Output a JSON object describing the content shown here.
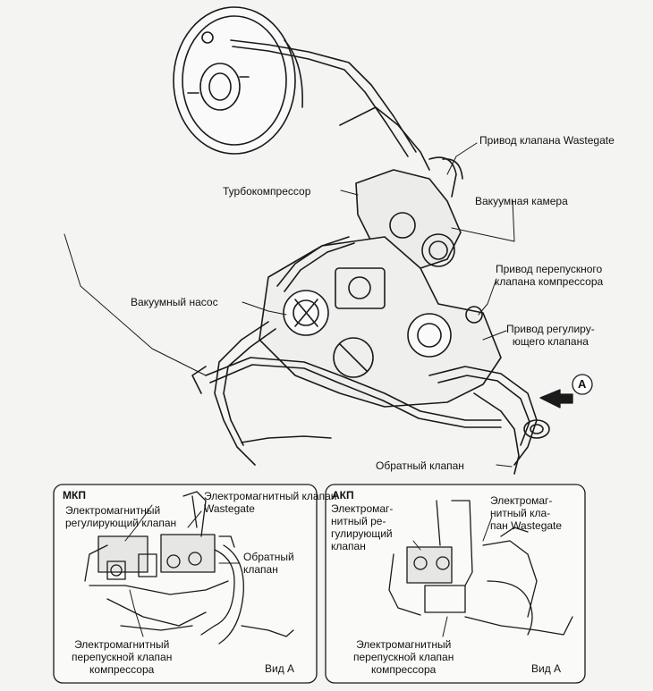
{
  "labels": {
    "wastegate_actuator": "Привод клапана Wastegate",
    "turbocharger": "Турбокомпрессор",
    "vacuum_chamber": "Вакуумная камера",
    "bypass_actuator": "Привод перепускного\nклапана компрессора",
    "vacuum_pump": "Вакуумный насос",
    "regulating_actuator": "Привод регулиру-\nющего клапана",
    "check_valve": "Обратный клапан",
    "view_marker": "A"
  },
  "panel_manual": {
    "title": "МКП",
    "regulating_solenoid": "Электромагнитный\nрегулирующий клапан",
    "wastegate_solenoid": "Электромагнитный клапан\nWastegate",
    "check_valve": "Обратный\nклапан",
    "bypass_solenoid": "Электромагнитный\nперепускной клапан\nкомпрессора",
    "view": "Вид А"
  },
  "panel_auto": {
    "title": "АКП",
    "regulating_solenoid": "Электромаг-\nнитный ре-\nгулирующий\nклапан",
    "wastegate_solenoid": "Электромаг-\nнитный кла-\nпан Wastegate",
    "bypass_solenoid": "Электромагнитный\nперепускной клапан\nкомпрессора",
    "view": "Вид А"
  }
}
